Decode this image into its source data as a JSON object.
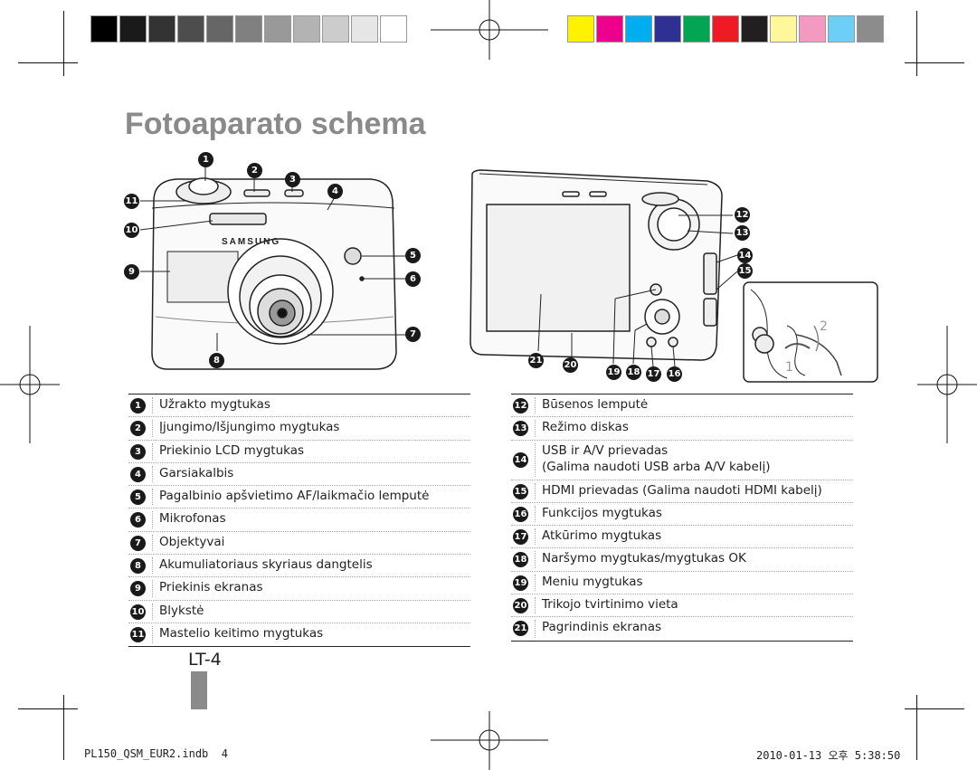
{
  "title": "Fotoaparato schema",
  "brand": "SAMSUNG",
  "colors": {
    "gray_swatches": [
      "#000000",
      "#1a1a1a",
      "#333333",
      "#4d4d4d",
      "#666666",
      "#808080",
      "#999999",
      "#b3b3b3",
      "#cccccc",
      "#e6e6e6",
      "#ffffff"
    ],
    "color_swatches": [
      "#fff200",
      "#ec008c",
      "#00aeef",
      "#2e3192",
      "#00a651",
      "#ed1c24",
      "#231f20",
      "#fff799",
      "#f49ac1",
      "#6dcff6",
      "#8c8c8c"
    ],
    "heading": "#8a8a8a"
  },
  "callouts": {
    "front": [
      "1",
      "2",
      "3",
      "4",
      "5",
      "6",
      "7",
      "8",
      "9",
      "10",
      "11"
    ],
    "back": [
      "12",
      "13",
      "14",
      "15",
      "16",
      "17",
      "18",
      "19",
      "20",
      "21"
    ],
    "strap": [
      "1",
      "2"
    ]
  },
  "left_list": [
    {
      "n": "1",
      "text": "Užrakto mygtukas"
    },
    {
      "n": "2",
      "text": "Įjungimo/Išjungimo mygtukas"
    },
    {
      "n": "3",
      "text": "Priekinio LCD mygtukas"
    },
    {
      "n": "4",
      "text": "Garsiakalbis"
    },
    {
      "n": "5",
      "text": "Pagalbinio apšvietimo AF/laikmačio lemputė"
    },
    {
      "n": "6",
      "text": "Mikrofonas"
    },
    {
      "n": "7",
      "text": "Objektyvai"
    },
    {
      "n": "8",
      "text": "Akumuliatoriaus skyriaus dangtelis"
    },
    {
      "n": "9",
      "text": "Priekinis ekranas"
    },
    {
      "n": "10",
      "text": "Blykstė"
    },
    {
      "n": "11",
      "text": "Mastelio keitimo mygtukas"
    }
  ],
  "right_list": [
    {
      "n": "12",
      "text": "Būsenos lemputė"
    },
    {
      "n": "13",
      "text": "Režimo diskas"
    },
    {
      "n": "14",
      "text": "USB ir A/V prievadas",
      "text2": "(Galima naudoti USB arba A/V kabelį)"
    },
    {
      "n": "15",
      "text": "HDMI prievadas (Galima naudoti HDMI kabelį)"
    },
    {
      "n": "16",
      "text": "Funkcijos mygtukas"
    },
    {
      "n": "17",
      "text": "Atkūrimo mygtukas"
    },
    {
      "n": "18",
      "text": "Naršymo mygtukas/mygtukas OK"
    },
    {
      "n": "19",
      "text": "Meniu mygtukas"
    },
    {
      "n": "20",
      "text": "Trikojo tvirtinimo vieta"
    },
    {
      "n": "21",
      "text": "Pagrindinis ekranas"
    }
  ],
  "page_label": "LT-4",
  "footer": {
    "file": "PL150_QSM_EUR2.indb",
    "page": "4",
    "timestamp": "2010-01-13  오후 5:38:50"
  }
}
